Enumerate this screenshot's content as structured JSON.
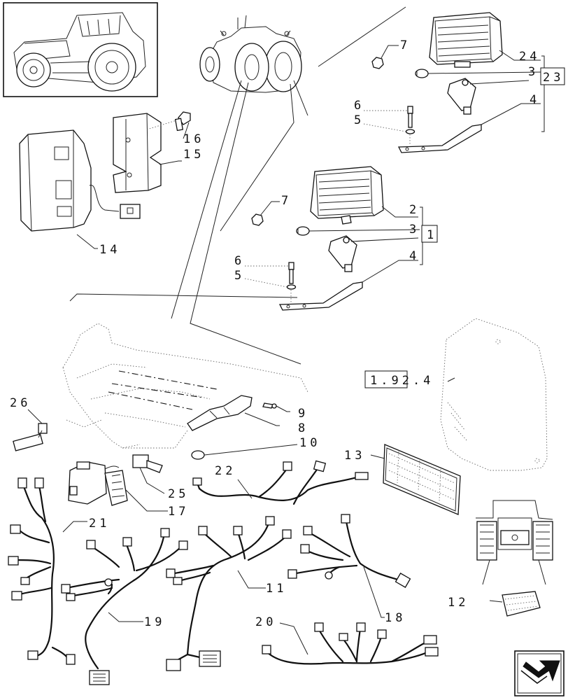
{
  "callouts": {
    "c24": "24",
    "c3a": "3",
    "c23": "23",
    "c4a": "4",
    "c7a": "7",
    "c6a": "6",
    "c5a": "5",
    "c16": "16",
    "c15": "15",
    "c14": "14",
    "c2": "2",
    "c3b": "3",
    "c1": "1",
    "c4b": "4",
    "c7b": "7",
    "c6b": "6",
    "c5b": "5",
    "c1924": "1.92.4",
    "c26": "26",
    "c9": "9",
    "c8": "8",
    "c10": "10",
    "c13": "13",
    "c22": "22",
    "c25": "25",
    "c17": "17",
    "c21": "21",
    "c11": "11",
    "c18": "18",
    "c19": "19",
    "c12": "12",
    "c20": "20"
  },
  "icons": {
    "nav": "next-page-arrow-icon"
  }
}
